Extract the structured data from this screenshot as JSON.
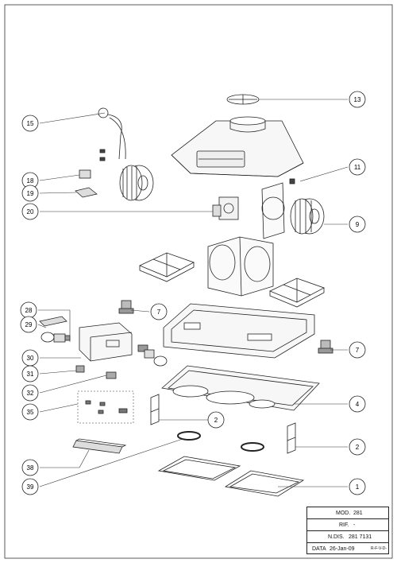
{
  "callouts": [
    {
      "num": "1"
    },
    {
      "num": "2"
    },
    {
      "num": "2"
    },
    {
      "num": "4"
    },
    {
      "num": "7"
    },
    {
      "num": "7"
    },
    {
      "num": "9"
    },
    {
      "num": "11"
    },
    {
      "num": "13"
    },
    {
      "num": "15"
    },
    {
      "num": "18"
    },
    {
      "num": "19"
    },
    {
      "num": "20"
    },
    {
      "num": "28"
    },
    {
      "num": "29"
    },
    {
      "num": "30"
    },
    {
      "num": "31"
    },
    {
      "num": "32"
    },
    {
      "num": "35"
    },
    {
      "num": "38"
    },
    {
      "num": "39"
    }
  ],
  "title_block": {
    "mod_label": "MOD.",
    "mod_value": "281",
    "rif_label": "RIF.",
    "rif_value": "-",
    "ndis_label": "N.DIS.",
    "ndis_value": "281 7131",
    "data_label": "DATA",
    "data_value": "26-Jan-09",
    "rev": "R-F-V-D-"
  }
}
